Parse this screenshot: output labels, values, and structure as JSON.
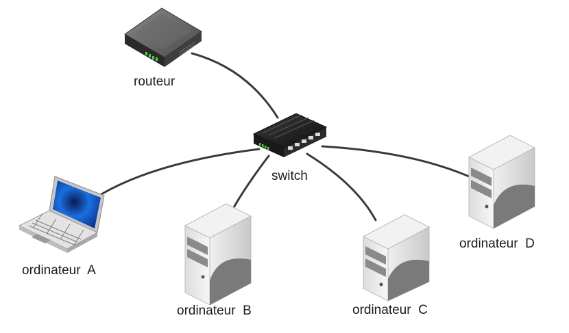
{
  "nodes": {
    "router": {
      "label": "routeur"
    },
    "switch": {
      "label": "switch"
    },
    "computer_a": {
      "label": "ordinateur  A"
    },
    "computer_b": {
      "label": "ordinateur  B"
    },
    "computer_c": {
      "label": "ordinateur  C"
    },
    "computer_d": {
      "label": "ordinateur  D"
    }
  },
  "links": [
    {
      "from": "router",
      "to": "switch"
    },
    {
      "from": "switch",
      "to": "computer_a"
    },
    {
      "from": "switch",
      "to": "computer_b"
    },
    {
      "from": "switch",
      "to": "computer_c"
    },
    {
      "from": "switch",
      "to": "computer_d"
    }
  ],
  "colors": {
    "cable": "#3a3a3a",
    "screen": "#1565d8",
    "switch_body": "#222222",
    "led": "#4ad14a"
  },
  "icons": {
    "router": "router-icon",
    "switch": "switch-icon",
    "computer_a": "laptop-icon",
    "computer_b": "tower-pc-icon",
    "computer_c": "tower-pc-icon",
    "computer_d": "tower-pc-icon"
  }
}
